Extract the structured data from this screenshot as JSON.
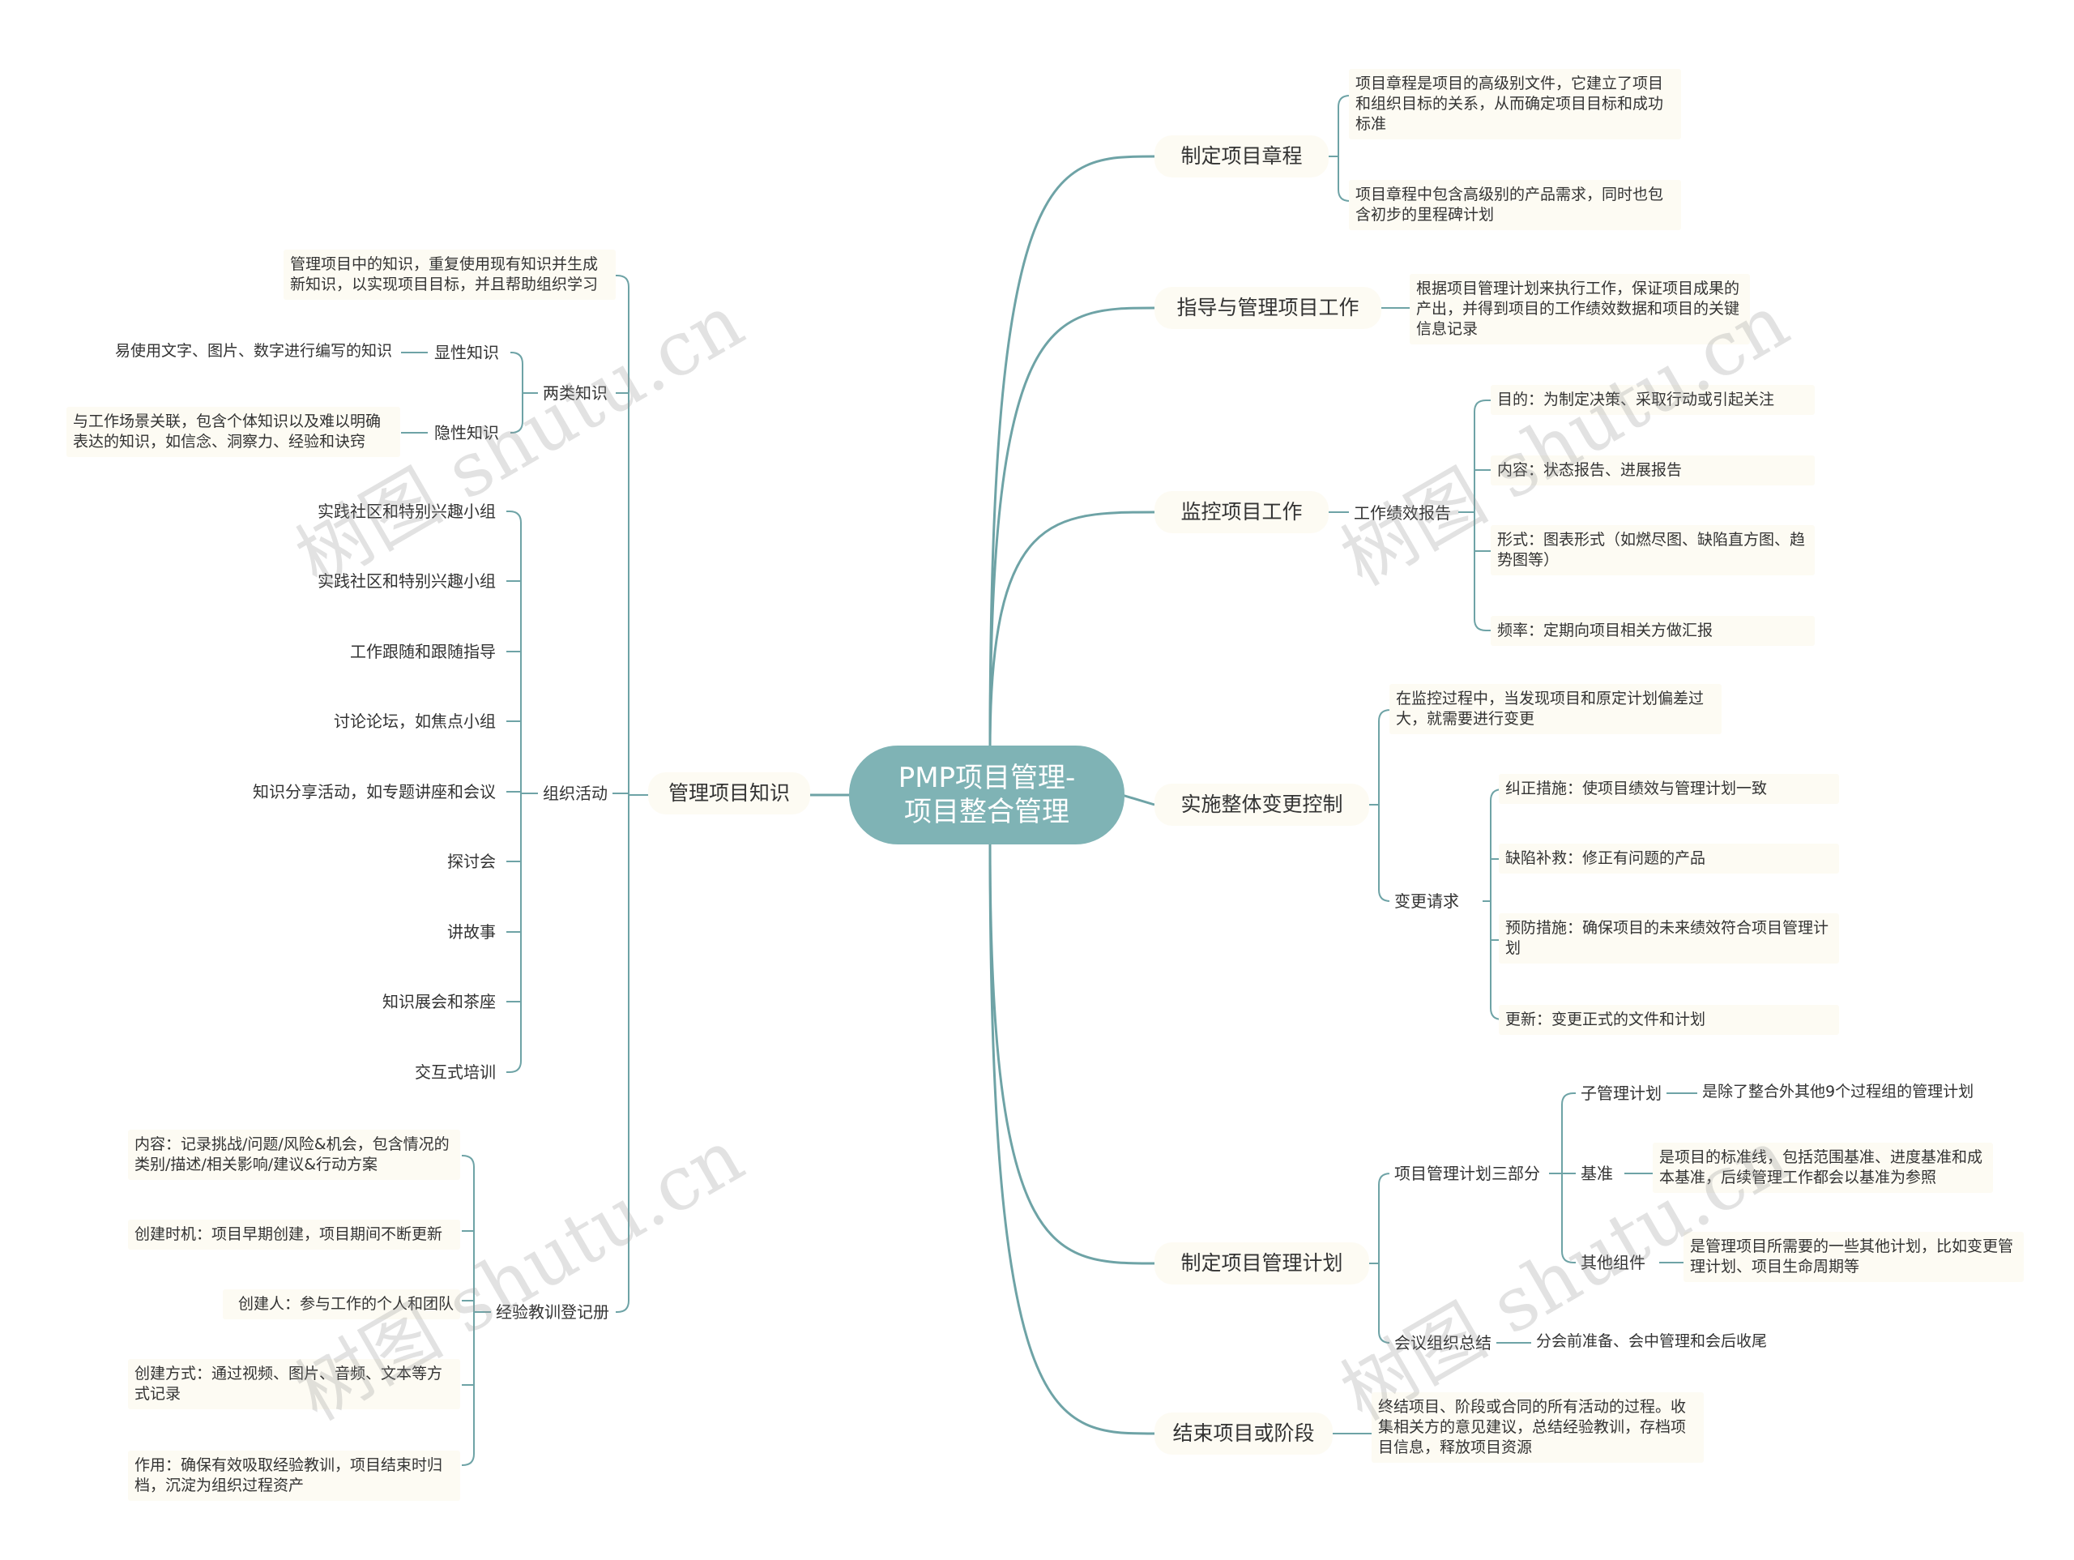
{
  "colors": {
    "link": "#6ea3a6",
    "root_bg": "#7fb3b5",
    "node_bg": "#fdfbf3"
  },
  "watermark": "树图 shutu.cn",
  "root": {
    "label": "PMP项目管理-\n项目整合管理"
  },
  "right": [
    {
      "label": "制定项目章程",
      "children": [
        {
          "label": "项目章程是项目的高级别文件，它建立了项目和组织目标的关系，从而确定项目目标和成功标准"
        },
        {
          "label": "项目章程中包含高级别的产品需求，同时也包含初步的里程碑计划"
        }
      ]
    },
    {
      "label": "指导与管理项目工作",
      "children": [
        {
          "label": "根据项目管理计划来执行工作，保证项目成果的产出，并得到项目的工作绩效数据和项目的关键信息记录"
        }
      ]
    },
    {
      "label": "监控项目工作",
      "sub": "工作绩效报告",
      "children": [
        {
          "label": "目的：为制定决策、采取行动或引起关注"
        },
        {
          "label": "内容：状态报告、进展报告"
        },
        {
          "label": "形式：图表形式（如燃尽图、缺陷直方图、趋势图等）"
        },
        {
          "label": "频率：定期向项目相关方做汇报"
        }
      ]
    },
    {
      "label": "实施整体变更控制",
      "intro": "在监控过程中，当发现项目和原定计划偏差过大，就需要进行变更",
      "sub": "变更请求",
      "children": [
        {
          "label": "纠正措施：使项目绩效与管理计划一致"
        },
        {
          "label": "缺陷补救：修正有问题的产品"
        },
        {
          "label": "预防措施：确保项目的未来绩效符合项目管理计划"
        },
        {
          "label": "更新：变更正式的文件和计划"
        }
      ]
    },
    {
      "label": "制定项目管理计划",
      "sub": "项目管理计划三部分",
      "parts": [
        {
          "label": "子管理计划",
          "desc": "是除了整合外其他9个过程组的管理计划"
        },
        {
          "label": "基准",
          "desc": "是项目的标准线，包括范围基准、进度基准和成本基准，后续管理工作都会以基准为参照"
        },
        {
          "label": "其他组件",
          "desc": "是管理项目所需要的一些其他计划，比如变更管理计划、项目生命周期等"
        }
      ],
      "sub2": "会议组织总结",
      "sub2_desc": "分会前准备、会中管理和会后收尾"
    },
    {
      "label": "结束项目或阶段",
      "children": [
        {
          "label": "终结项目、阶段或合同的所有活动的过程。收集相关方的意见建议，总结经验教训，存档项目信息，释放项目资源"
        }
      ]
    }
  ],
  "left": {
    "label": "管理项目知识",
    "intro": "管理项目中的知识，重复使用现有知识并生成新知识，以实现项目目标，并且帮助组织学习",
    "two_kinds": {
      "label": "两类知识",
      "items": [
        {
          "label": "显性知识",
          "desc": "易使用文字、图片、数字进行编写的知识"
        },
        {
          "label": "隐性知识",
          "desc": "与工作场景关联，包含个体知识以及难以明确表达的知识，如信念、洞察力、经验和诀窍"
        }
      ]
    },
    "activities": {
      "label": "组织活动",
      "items": [
        "实践社区和特别兴趣小组",
        "实践社区和特别兴趣小组",
        "工作跟随和跟随指导",
        "讨论论坛，如焦点小组",
        "知识分享活动，如专题讲座和会议",
        "探讨会",
        "讲故事",
        "知识展会和茶座",
        "交互式培训"
      ]
    },
    "lessons": {
      "label": "经验教训登记册",
      "items": [
        "内容：记录挑战/问题/风险&机会，包含情况的类别/描述/相关影响/建议&行动方案",
        "创建时机：项目早期创建，项目期间不断更新",
        "创建人：参与工作的个人和团队",
        "创建方式：通过视频、图片、音频、文本等方式记录",
        "作用：确保有效吸取经验教训，项目结束时归档，沉淀为组织过程资产"
      ]
    }
  }
}
